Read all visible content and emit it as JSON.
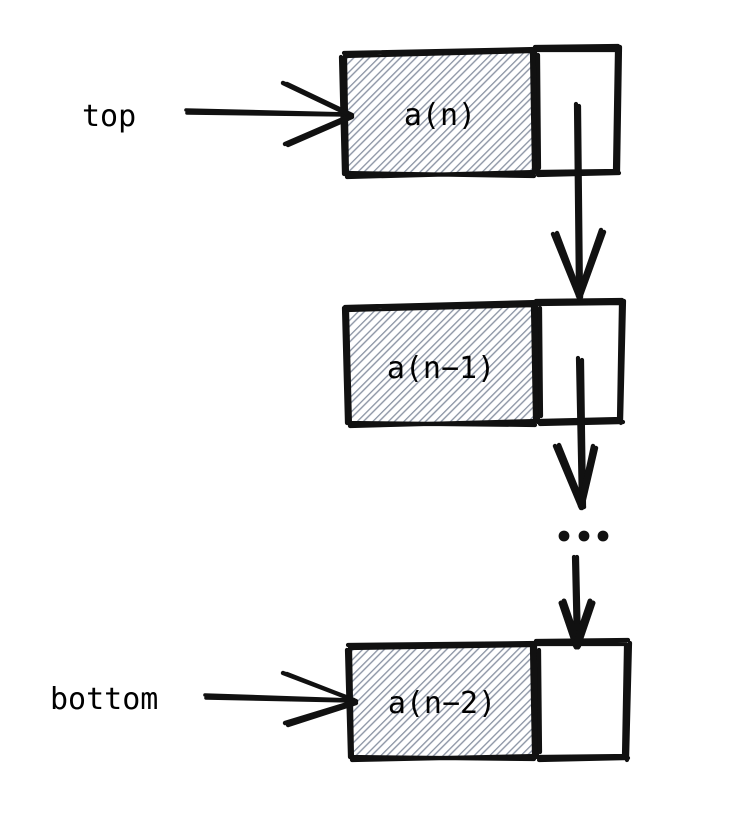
{
  "diagram": {
    "title": "linked-stack-diagram",
    "style": "hand-drawn sketch",
    "background_color": "#ffffff",
    "ink_color": "#1a1a1a",
    "hatch_color": "#8a93a3",
    "pointers": [
      {
        "id": "top",
        "label": "top",
        "target_node": "node-1"
      },
      {
        "id": "bottom",
        "label": "bottom",
        "target_node": "node-3"
      }
    ],
    "nodes": [
      {
        "id": "node-1",
        "data_label": "a(n)",
        "has_next_pointer": true
      },
      {
        "id": "node-2",
        "data_label": "a(n−1)",
        "has_next_pointer": true
      },
      {
        "id": "node-3",
        "data_label": "a(n−2)",
        "has_next_pointer": true
      }
    ],
    "ellipsis": "• • •",
    "links": [
      {
        "from": "node-1",
        "to": "node-2"
      },
      {
        "from": "node-2",
        "to": "ellipsis"
      },
      {
        "from": "ellipsis",
        "to": "node-3"
      }
    ]
  }
}
